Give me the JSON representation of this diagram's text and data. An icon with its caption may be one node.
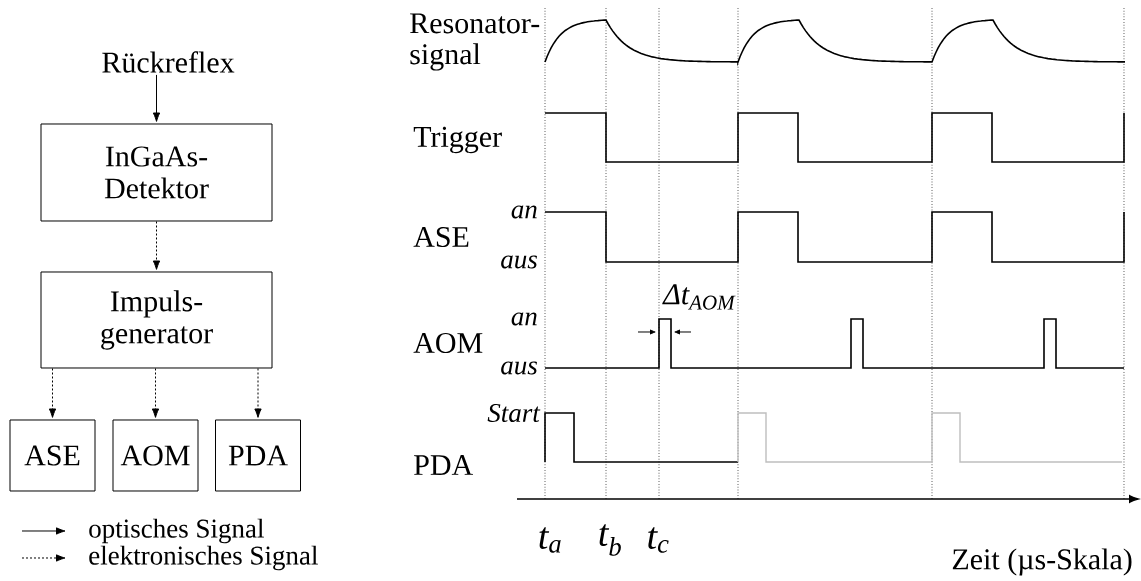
{
  "diagram": {
    "nodes": [
      {
        "text": [
          "Rückreflex"
        ]
      },
      {
        "text": [
          "InGaAs- Detektor"
        ]
      },
      {
        "text": [
          "Impuls- generator"
        ]
      },
      {
        "text": [
          "ASE"
        ]
      },
      {
        "text": [
          "AOM"
        ]
      },
      {
        "text": [
          "PDA"
        ]
      }
    ],
    "edges": [
      {
        "from": 0,
        "to": 1,
        "arrow": "to"
      },
      {
        "from": 1,
        "to": 2,
        "arrow": "to",
        "style": "dashed"
      },
      {
        "from": 2,
        "to": 3,
        "arrow": "to",
        "style": "dashed"
      },
      {
        "from": 2,
        "to": 4,
        "arrow": "to",
        "style": "dashed"
      },
      {
        "from": 2,
        "to": 5,
        "arrow": "to",
        "style": "dashed"
      }
    ],
    "labels": [
      "Resonator- signal",
      "Trigger",
      "an",
      "ASE",
      "aus",
      "Δt$_{AOM}$",
      "an",
      "AOM",
      "aus",
      "Start",
      "PDA",
      "t$_{a}$",
      "t$_{b}$",
      "t$_{c}$",
      "Zeit (µs-Skala)"
    ],
    "legend": [
      {
        "text": "optisches Signal"
      },
      {
        "text": "elektronisches Signal"
      }
    ]
  }
}
